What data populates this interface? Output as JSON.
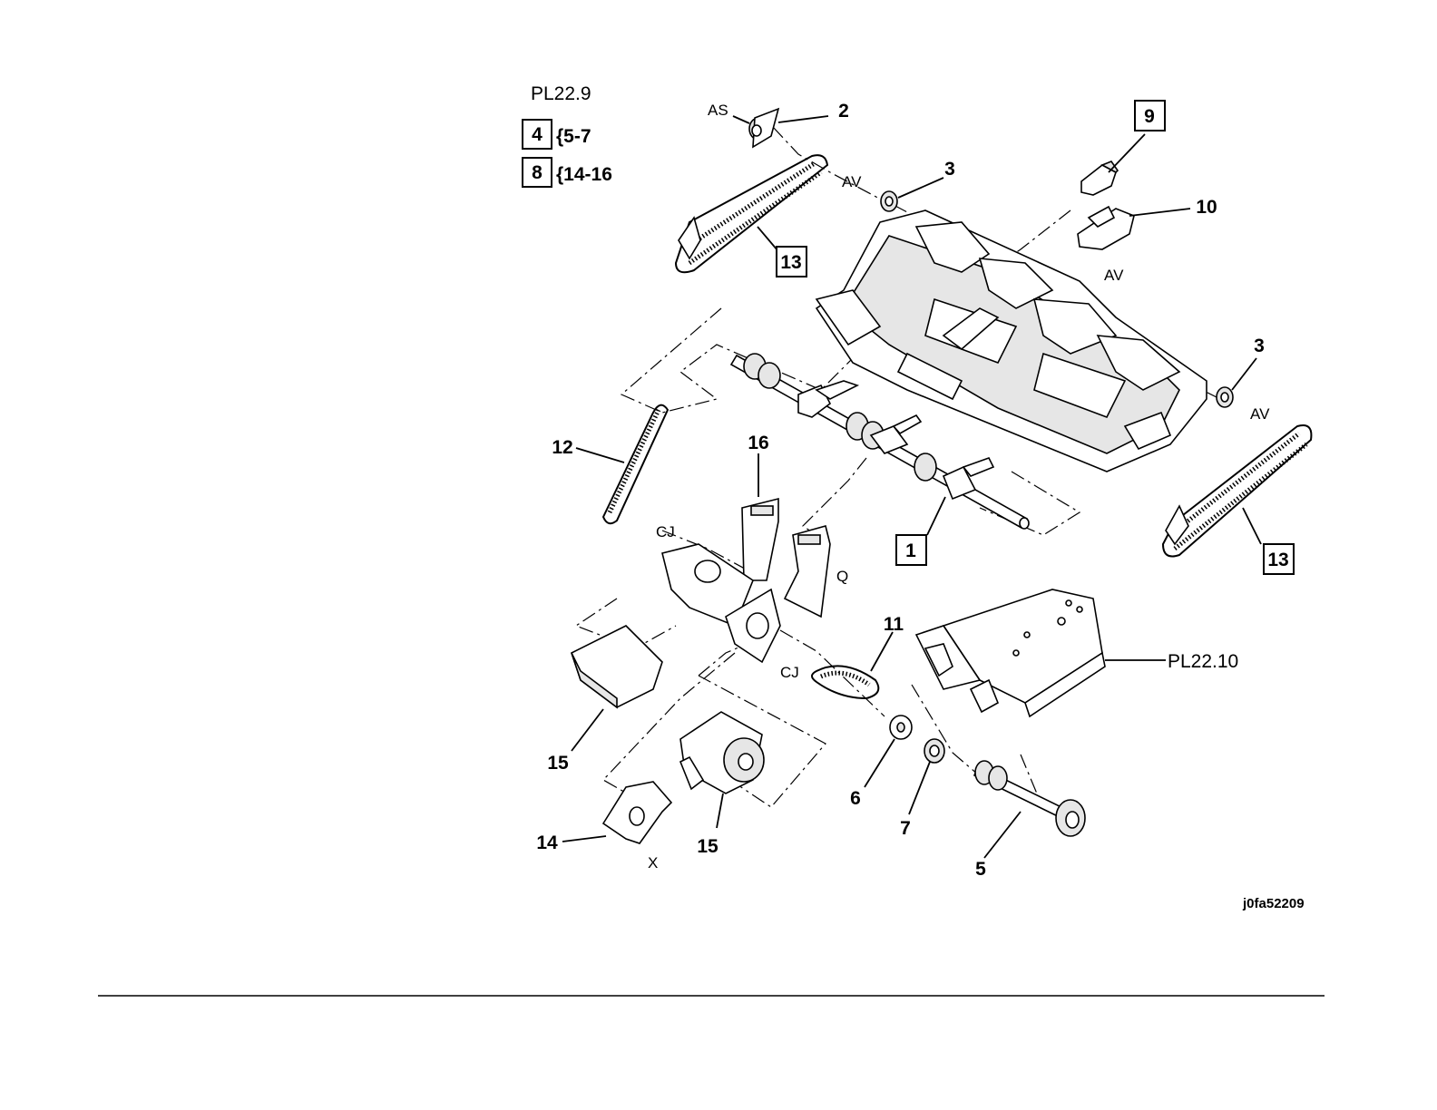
{
  "diagram": {
    "page_ref": "PL22.9",
    "groups": [
      {
        "box": "4",
        "range": "{5-7"
      },
      {
        "box": "8",
        "range": "{14-16"
      }
    ],
    "callouts": {
      "c1": "1",
      "c2": "2",
      "c3a": "3",
      "c3b": "3",
      "c5": "5",
      "c6": "6",
      "c7": "7",
      "c9": "9",
      "c10": "10",
      "c11": "11",
      "c12": "12",
      "c13a": "13",
      "c13b": "13",
      "c14": "14",
      "c15a": "15",
      "c15b": "15",
      "c16": "16"
    },
    "refs": {
      "as": "AS",
      "av1": "AV",
      "av2": "AV",
      "av3": "AV",
      "cj1": "CJ",
      "cj2": "CJ",
      "q": "Q",
      "x": "X"
    },
    "external_ref": "PL22.10",
    "figure_code": "j0fa52209"
  }
}
